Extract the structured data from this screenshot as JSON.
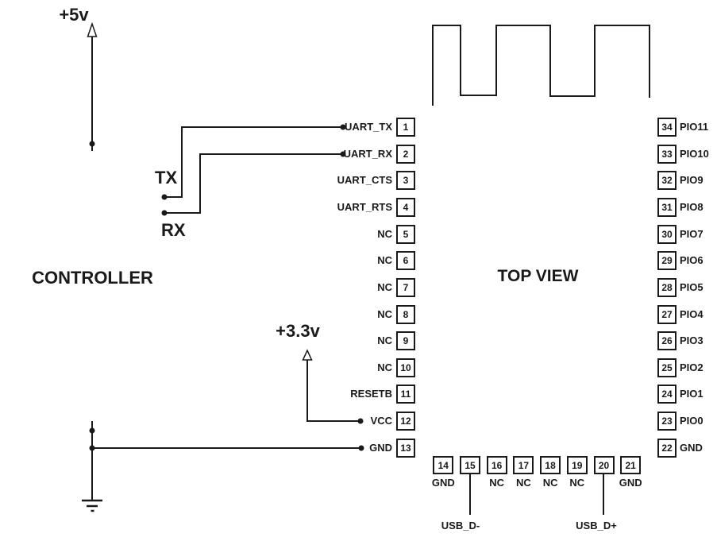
{
  "diagram": {
    "background": "#ffffff",
    "line_color": "#1a1a1a"
  },
  "power": {
    "v5_label": "+5v",
    "v33_label": "+3.3v"
  },
  "controller": {
    "label": "CONTROLLER",
    "tx_label": "TX",
    "rx_label": "RX"
  },
  "module": {
    "title": "TOP VIEW",
    "left_pins": [
      {
        "number": "1",
        "label": "UART_TX"
      },
      {
        "number": "2",
        "label": "UART_RX"
      },
      {
        "number": "3",
        "label": "UART_CTS"
      },
      {
        "number": "4",
        "label": "UART_RTS"
      },
      {
        "number": "5",
        "label": "NC"
      },
      {
        "number": "6",
        "label": "NC"
      },
      {
        "number": "7",
        "label": "NC"
      },
      {
        "number": "8",
        "label": "NC"
      },
      {
        "number": "9",
        "label": "NC"
      },
      {
        "number": "10",
        "label": "NC"
      },
      {
        "number": "11",
        "label": "RESETB"
      },
      {
        "number": "12",
        "label": "VCC"
      },
      {
        "number": "13",
        "label": "GND"
      }
    ],
    "right_pins": [
      {
        "number": "34",
        "label": "PIO11"
      },
      {
        "number": "33",
        "label": "PIO10"
      },
      {
        "number": "32",
        "label": "PIO9"
      },
      {
        "number": "31",
        "label": "PIO8"
      },
      {
        "number": "30",
        "label": "PIO7"
      },
      {
        "number": "29",
        "label": "PIO6"
      },
      {
        "number": "28",
        "label": "PIO5"
      },
      {
        "number": "27",
        "label": "PIO4"
      },
      {
        "number": "26",
        "label": "PIO3"
      },
      {
        "number": "25",
        "label": "PIO2"
      },
      {
        "number": "24",
        "label": "PIO1"
      },
      {
        "number": "23",
        "label": "PIO0"
      },
      {
        "number": "22",
        "label": "GND"
      }
    ],
    "bottom_pins": [
      {
        "number": "14",
        "label": "GND"
      },
      {
        "number": "15",
        "label": ""
      },
      {
        "number": "16",
        "label": "NC"
      },
      {
        "number": "17",
        "label": "NC"
      },
      {
        "number": "18",
        "label": "NC"
      },
      {
        "number": "19",
        "label": "NC"
      },
      {
        "number": "20",
        "label": ""
      },
      {
        "number": "21",
        "label": "GND"
      }
    ],
    "usb_dm_label": "USB_D-",
    "usb_dp_label": "USB_D+"
  }
}
